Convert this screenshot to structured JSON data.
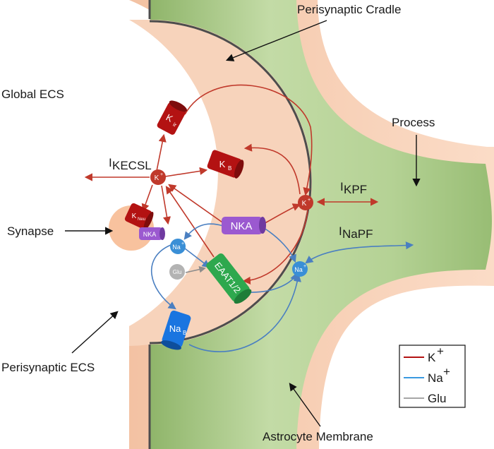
{
  "labels": {
    "perisynaptic_cradle": "Perisynaptic Cradle",
    "global_ecs": "Global ECS",
    "process": "Process",
    "synapse": "Synapse",
    "perisynaptic_ecs": "Perisynaptic ECS",
    "astrocyte_membrane": "Astrocyte Membrane"
  },
  "currents": {
    "i_kecsl": {
      "main": "I",
      "sub": "KECSL"
    },
    "i_kpf": {
      "main": "I",
      "sub": "KPF"
    },
    "i_napf": {
      "main": "I",
      "sub": "NaPF"
    }
  },
  "channels": {
    "kir": {
      "main": "K",
      "sub": "ir"
    },
    "kb": {
      "main": "K",
      "sub": "B"
    },
    "kneu": {
      "main": "K",
      "sub": "Neu"
    },
    "nka_astro": "NKA",
    "nka_neuron": "NKA",
    "eaat": "EAAT1/2",
    "nab": {
      "main": "Na",
      "sub": "B"
    }
  },
  "ions": {
    "k_plus": {
      "main": "K",
      "sup": "+"
    },
    "na_plus": {
      "main": "Na",
      "sup": "+"
    },
    "glu": "Glu"
  },
  "legend": {
    "entries": [
      {
        "main": "K",
        "sup": "+",
        "color": "#c0392b"
      },
      {
        "main": "Na",
        "sup": "+",
        "color": "#3a8fd6"
      },
      {
        "main": "Glu",
        "sup": "",
        "color": "#a6a6a6"
      }
    ]
  },
  "colors": {
    "membrane": "#f7cfb5",
    "cytoplasm": "#b9d39a",
    "k": "#c0392b",
    "na": "#4a7fc1",
    "glu": "#a6a6a6",
    "nka": "#9b59d0",
    "eaat": "#2ea84e",
    "nab": "#1a75e0",
    "kchan": "#b31212"
  }
}
